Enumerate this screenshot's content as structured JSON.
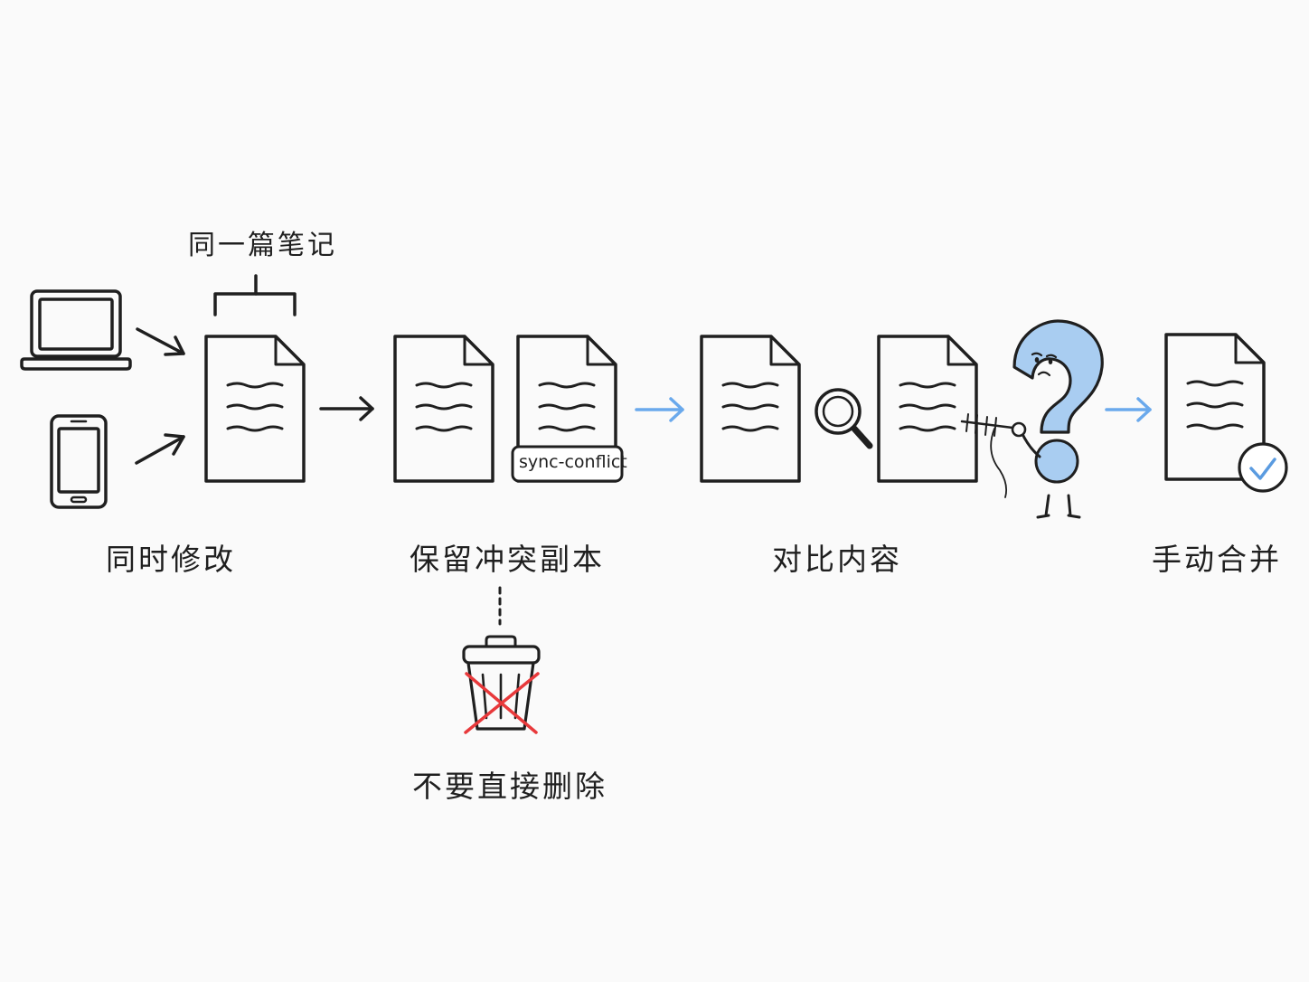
{
  "annotations": {
    "same_note": "同一篇笔记",
    "conflict_tag": "sync-conflict"
  },
  "steps": [
    {
      "label": "同时修改"
    },
    {
      "label": "保留冲突副本"
    },
    {
      "label": "对比内容"
    },
    {
      "label": "手动合并"
    }
  ],
  "warning": {
    "label": "不要直接删除"
  },
  "icons": [
    "laptop-icon",
    "phone-icon",
    "document-icon",
    "magnifier-icon",
    "question-mark-character-icon",
    "trash-can-icon",
    "cross-icon",
    "check-badge-icon"
  ],
  "colors": {
    "line": "#1f1f1f",
    "flow_arrow": "#6aa9ec",
    "character_fill": "#a9cdf1",
    "check": "#5a9be0",
    "cross": "#e8393b",
    "background": "#fafafa"
  }
}
